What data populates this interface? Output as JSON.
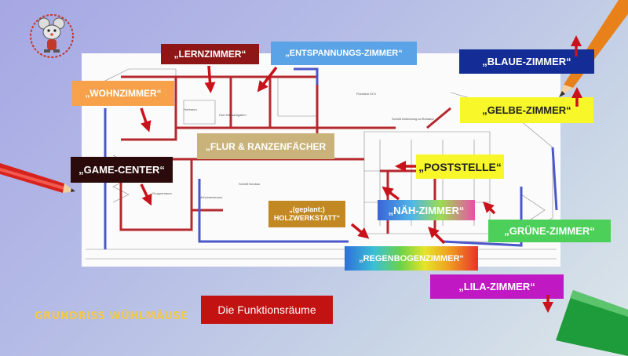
{
  "colors": {
    "accent_red": "#c21212",
    "footer_text": "#f2c94c",
    "arrow": "#c9121b"
  },
  "footer": {
    "left_text": "GRUNDRISS WÜHLMÄUSE",
    "title": "Die Funktionsräume"
  },
  "icons": [
    "mouse-mascot-icon",
    "pencil-orange-icon",
    "pencil-red-icon",
    "crayon-green-icon"
  ],
  "labels": {
    "lernzimmer": "„LERNZIMMER“",
    "entspannung": "„ENTSPANNUNGS-ZIMMER“",
    "blaue": "„BLAUE-ZIMMER“",
    "wohnzimmer": "„WOHNZIMMER“",
    "gelbe": "„GELBE-ZIMMER“",
    "flur": "„FLUR & RANZENFÄCHER",
    "game": "„GAME-CENTER“",
    "post": "„POSTSTELLE“",
    "holz_line1": "„(geplant:)",
    "holz_line2": "HOLZWERKSTATT“",
    "naeh": "„NÄH-ZIMMER“",
    "gruene": "„GRÜNE-ZIMMER“",
    "regenbogen": "„REGENBOGENZIMMER“",
    "lila": "„LILA-ZIMMER“"
  }
}
